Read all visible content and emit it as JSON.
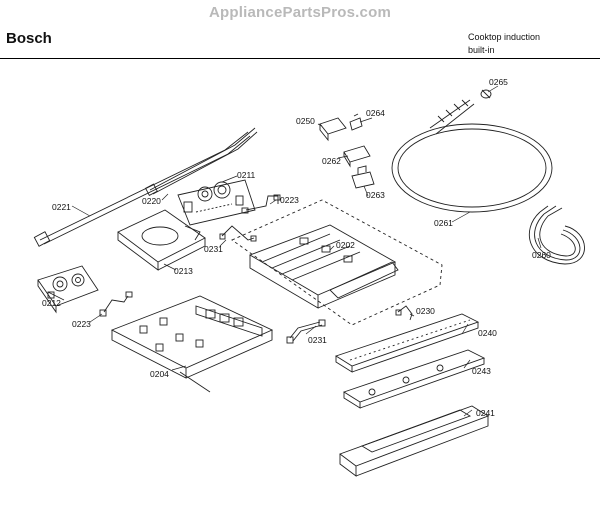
{
  "watermark": "AppliancePartsPros.com",
  "header": {
    "brand": "Bosch",
    "description_line1": "Cooktop induction",
    "description_line2": "built-in"
  },
  "parts": {
    "p0265": "0265",
    "p0250": "0250",
    "p0264": "0264",
    "p0262": "0262",
    "p0263": "0263",
    "p0261": "0261",
    "p0260": "0260",
    "p0211": "0211",
    "p0221": "0221",
    "p0220": "0220",
    "p0223a": "0223",
    "p0231a": "0231",
    "p0202": "0202",
    "p0213": "0213",
    "p0212": "0212",
    "p0223b": "0223",
    "p0230": "0230",
    "p0240": "0240",
    "p0231b": "0231",
    "p0204": "0204",
    "p0243": "0243",
    "p0241": "0241"
  }
}
